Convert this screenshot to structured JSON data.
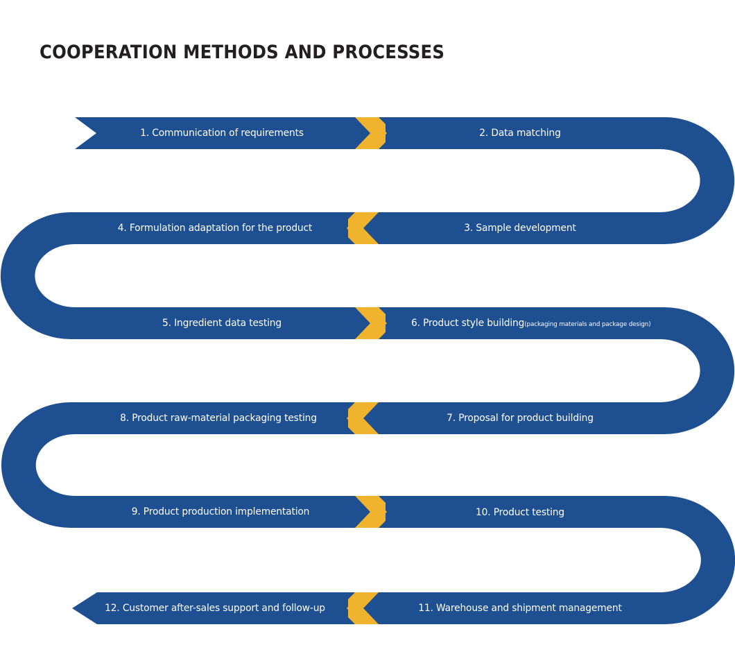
{
  "page": {
    "title": "COOPERATION METHODS AND PROCESSES",
    "background_color": "#ffffff",
    "title_color": "#231f20"
  },
  "theme": {
    "band_color": "#1d4f91",
    "arrow_color": "#f0b32d",
    "label_color": "#ffffff"
  },
  "flow": {
    "type": "serpentine-process",
    "direction_rows": [
      "left-to-right",
      "right-to-left",
      "left-to-right",
      "right-to-left",
      "left-to-right",
      "right-to-left"
    ],
    "steps": [
      {
        "number": "1.",
        "label": "1. Communication of requirements",
        "sub": "",
        "row": 1,
        "side": "left"
      },
      {
        "number": "2.",
        "label": "2. Data matching",
        "sub": "",
        "row": 1,
        "side": "right"
      },
      {
        "number": "3.",
        "label": "3. Sample development",
        "sub": "",
        "row": 2,
        "side": "right"
      },
      {
        "number": "4.",
        "label": "4. Formulation adaptation for the product",
        "sub": "",
        "row": 2,
        "side": "left"
      },
      {
        "number": "5.",
        "label": "5. Ingredient data testing",
        "sub": "",
        "row": 3,
        "side": "left"
      },
      {
        "number": "6.",
        "label": "6. Product style building",
        "sub": "(packaging materials and package design)",
        "row": 3,
        "side": "right"
      },
      {
        "number": "7.",
        "label": "7. Proposal for product  building",
        "sub": "",
        "row": 4,
        "side": "right"
      },
      {
        "number": "8.",
        "label": "8. Product raw-material packaging testing",
        "sub": "",
        "row": 4,
        "side": "left"
      },
      {
        "number": "9.",
        "label": "9. Product production implementation",
        "sub": "",
        "row": 5,
        "side": "left"
      },
      {
        "number": "10.",
        "label": "10. Product testing",
        "sub": "",
        "row": 5,
        "side": "right"
      },
      {
        "number": "11.",
        "label": "11. Warehouse and shipment management",
        "sub": "",
        "row": 6,
        "side": "right"
      },
      {
        "number": "12.",
        "label": "12. Customer after-sales support and follow-up",
        "sub": "",
        "row": 6,
        "side": "left"
      }
    ],
    "connectors": [
      {
        "name": "chevron-row-1",
        "direction": "right"
      },
      {
        "name": "chevron-row-2",
        "direction": "left"
      },
      {
        "name": "chevron-row-3",
        "direction": "right"
      },
      {
        "name": "chevron-row-4",
        "direction": "left"
      },
      {
        "name": "chevron-row-5",
        "direction": "right"
      },
      {
        "name": "chevron-row-6",
        "direction": "left"
      }
    ]
  }
}
